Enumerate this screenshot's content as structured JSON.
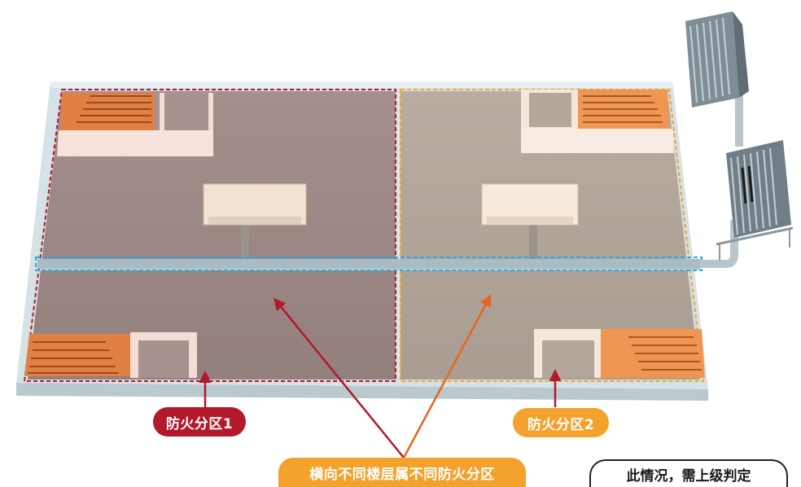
{
  "labels": {
    "zone1": "防火分区1",
    "zone2": "防火分区2",
    "horizontal_note": "横向不同楼层属不同防火分区",
    "judgement_note": "此情况，需上级判定"
  },
  "colors": {
    "zone1": "#b3192b",
    "zone2": "#f2a22d",
    "duct_outline": "#29a9e8",
    "floor_left": "#9e8a86",
    "floor_right": "#b0a49a",
    "wall": "#c9d7dc",
    "stair": "#e0844a"
  },
  "icons": [
    "staircase-icon",
    "air-handling-unit-icon",
    "cooling-tower-icon",
    "duct-icon",
    "arrow-icon"
  ]
}
